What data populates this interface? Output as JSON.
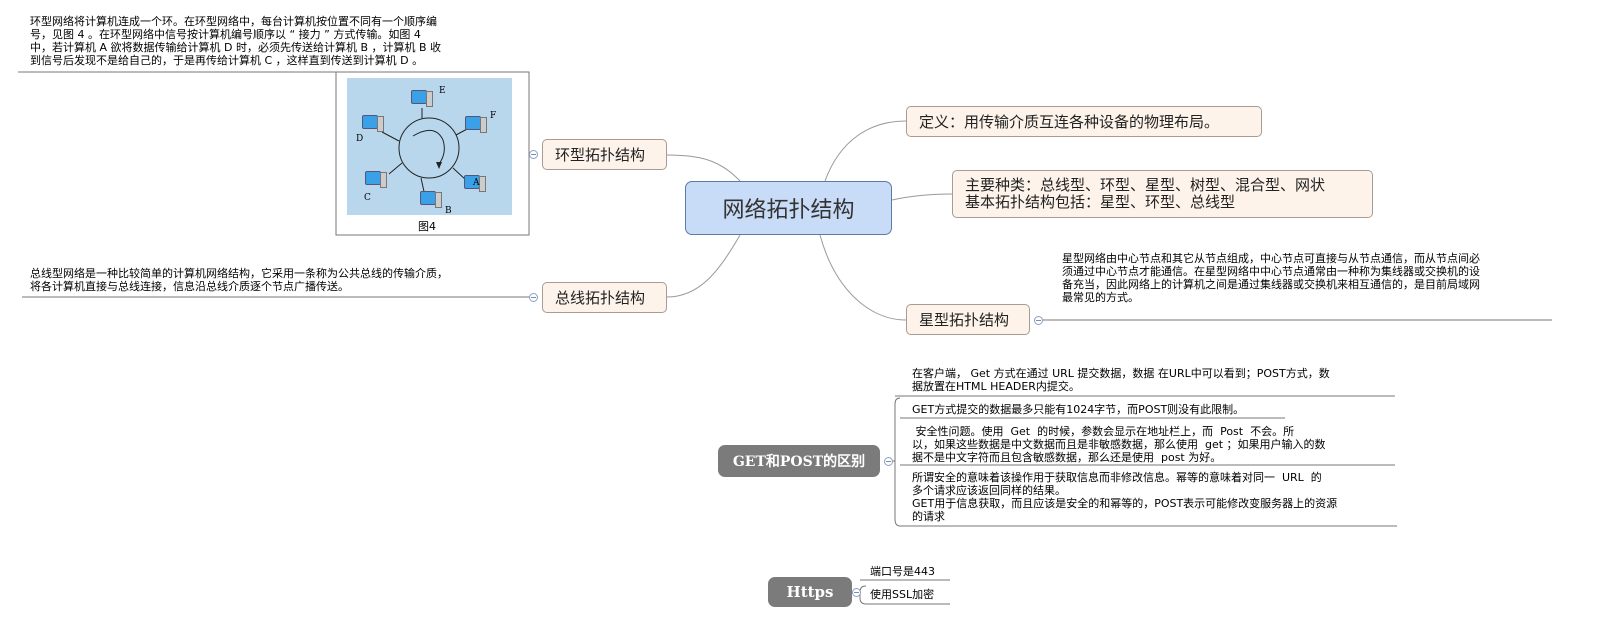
{
  "central": {
    "title": "网络拓扑结构"
  },
  "ring": {
    "title": "环型拓扑结构",
    "note": "环型网络将计算机连成一个环。在环型网络中，每台计算机按位置不同有一个顺序编\n号，见图 4 。在环型网络中信号按计算机编号顺序以 “ 接力 ” 方式传输。如图 4\n中，若计算机 A 欲将数据传输给计算机 D 时，必须先传送给计算机 B ，计算机 B 收\n到信号后发现不是给自己的，于是再传给计算机 C ，这样直到传送到计算机 D 。",
    "figure_caption": "图4",
    "figure_labels": [
      "A",
      "B",
      "C",
      "D",
      "E",
      "F"
    ]
  },
  "bus": {
    "title": "总线拓扑结构",
    "note": "总线型网络是一种比较简单的计算机网络结构，它采用一条称为公共总线的传输介质，\n将各计算机直接与总线连接，信息沿总线介质逐个节点广播传送。"
  },
  "definition": {
    "text": "定义：用传输介质互连各种设备的物理布局。"
  },
  "types": {
    "text": "主要种类：总线型、环型、星型、树型、混合型、网状\n基本拓扑结构包括：星型、环型、总线型"
  },
  "star": {
    "title": "星型拓扑结构",
    "note": "星型网络由中心节点和其它从节点组成，中心节点可直接与从节点通信，而从节点间必\n须通过中心节点才能通信。在星型网络中中心节点通常由一种称为集线器或交换机的设\n备充当，因此网络上的计算机之间是通过集线器或交换机来相互通信的，是目前局域网\n最常见的方式。"
  },
  "getpost": {
    "title": "GET和POST的区别",
    "items": [
      "在客户端， Get 方式在通过 URL 提交数据，数据 在URL中可以看到；POST方式，数\n据放置在HTML HEADER内提交。",
      "GET方式提交的数据最多只能有1024字节，而POST则没有此限制。",
      " 安全性问题。使用  Get  的时候，参数会显示在地址栏上，而  Post  不会。所\n以，如果这些数据是中文数据而且是非敏感数据，那么使用  get ；如果用户输入的数\n据不是中文字符而且包含敏感数据，那么还是使用  post 为好。",
      "所谓安全的意味着该操作用于获取信息而非修改信息。幂等的意味着对同一  URL  的\n多个请求应该返回同样的结果。\nGET用于信息获取，而且应该是安全的和幂等的，POST表示可能修改变服务器上的资源\n的请求"
    ]
  },
  "https": {
    "title": "Https",
    "items": [
      "端口号是443",
      "使用SSL加密"
    ]
  },
  "colors": {
    "central_fill": "#c9dcf7",
    "topic_fill": "#fdf3ea",
    "dark_topic_fill": "#7b7b7b",
    "figure_bg": "#b9d7ec"
  }
}
